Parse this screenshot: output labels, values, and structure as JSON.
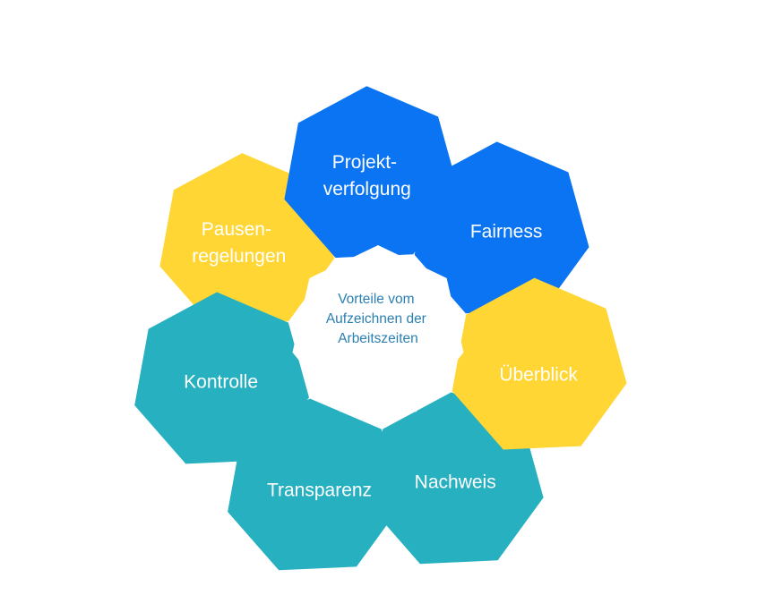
{
  "diagram": {
    "center": {
      "lines": [
        "Vorteile vom",
        "Aufzeichnen der",
        "Arbeitszeiten"
      ]
    },
    "colors": {
      "yellow": "#FFD634",
      "teal": "#26B0C0",
      "blue": "#0A74F2",
      "center_text": "#2B7FB1",
      "label_text": "#FFFFFF"
    },
    "segments": [
      {
        "key": "transparenz",
        "lines": [
          "Transparenz"
        ],
        "color": "#26B0C0"
      },
      {
        "key": "pausenregelungen",
        "lines": [
          "Pausen-",
          "regelungen"
        ],
        "color": "#FFD634"
      },
      {
        "key": "fairness",
        "lines": [
          "Fairness"
        ],
        "color": "#0A74F2"
      },
      {
        "key": "nachweis",
        "lines": [
          "Nachweis"
        ],
        "color": "#26B0C0"
      },
      {
        "key": "kontrolle",
        "lines": [
          "Kontrolle"
        ],
        "color": "#26B0C0"
      },
      {
        "key": "projektverfolgung",
        "lines": [
          "Projekt-",
          "verfolgung"
        ],
        "color": "#0A74F2"
      },
      {
        "key": "ueberblick",
        "lines": [
          "Überblick"
        ],
        "color": "#FFD634"
      }
    ]
  }
}
